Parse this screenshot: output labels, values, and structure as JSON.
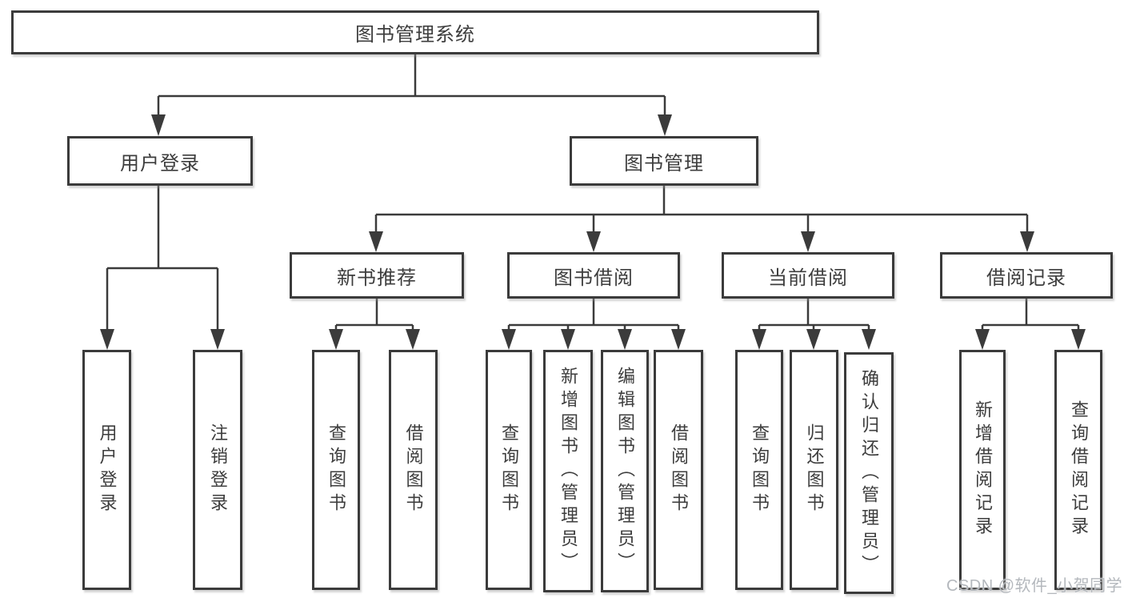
{
  "watermark": "CSDN @软件_小贺同学",
  "tree": {
    "root": {
      "label": "图书管理系统"
    },
    "branches": [
      {
        "label": "用户登录",
        "children": [
          {
            "label": "用户登录"
          },
          {
            "label": "注销登录"
          }
        ]
      },
      {
        "label": "图书管理",
        "children": [
          {
            "label": "新书推荐",
            "children": [
              {
                "label": "查询图书"
              },
              {
                "label": "借阅图书"
              }
            ]
          },
          {
            "label": "图书借阅",
            "children": [
              {
                "label": "查询图书"
              },
              {
                "label": "新增图书（管理员）"
              },
              {
                "label": "编辑图书（管理员）"
              },
              {
                "label": "借阅图书"
              }
            ]
          },
          {
            "label": "当前借阅",
            "children": [
              {
                "label": "查询图书"
              },
              {
                "label": "归还图书"
              },
              {
                "label": "确认归还（管理员）"
              }
            ]
          },
          {
            "label": "借阅记录",
            "children": [
              {
                "label": "新增借阅记录"
              },
              {
                "label": "查询借阅记录"
              }
            ]
          }
        ]
      }
    ]
  },
  "colors": {
    "line": "#3b3b3b",
    "text": "#3d3d3d",
    "watermark": "#b4b8bd",
    "background": "#ffffff"
  }
}
